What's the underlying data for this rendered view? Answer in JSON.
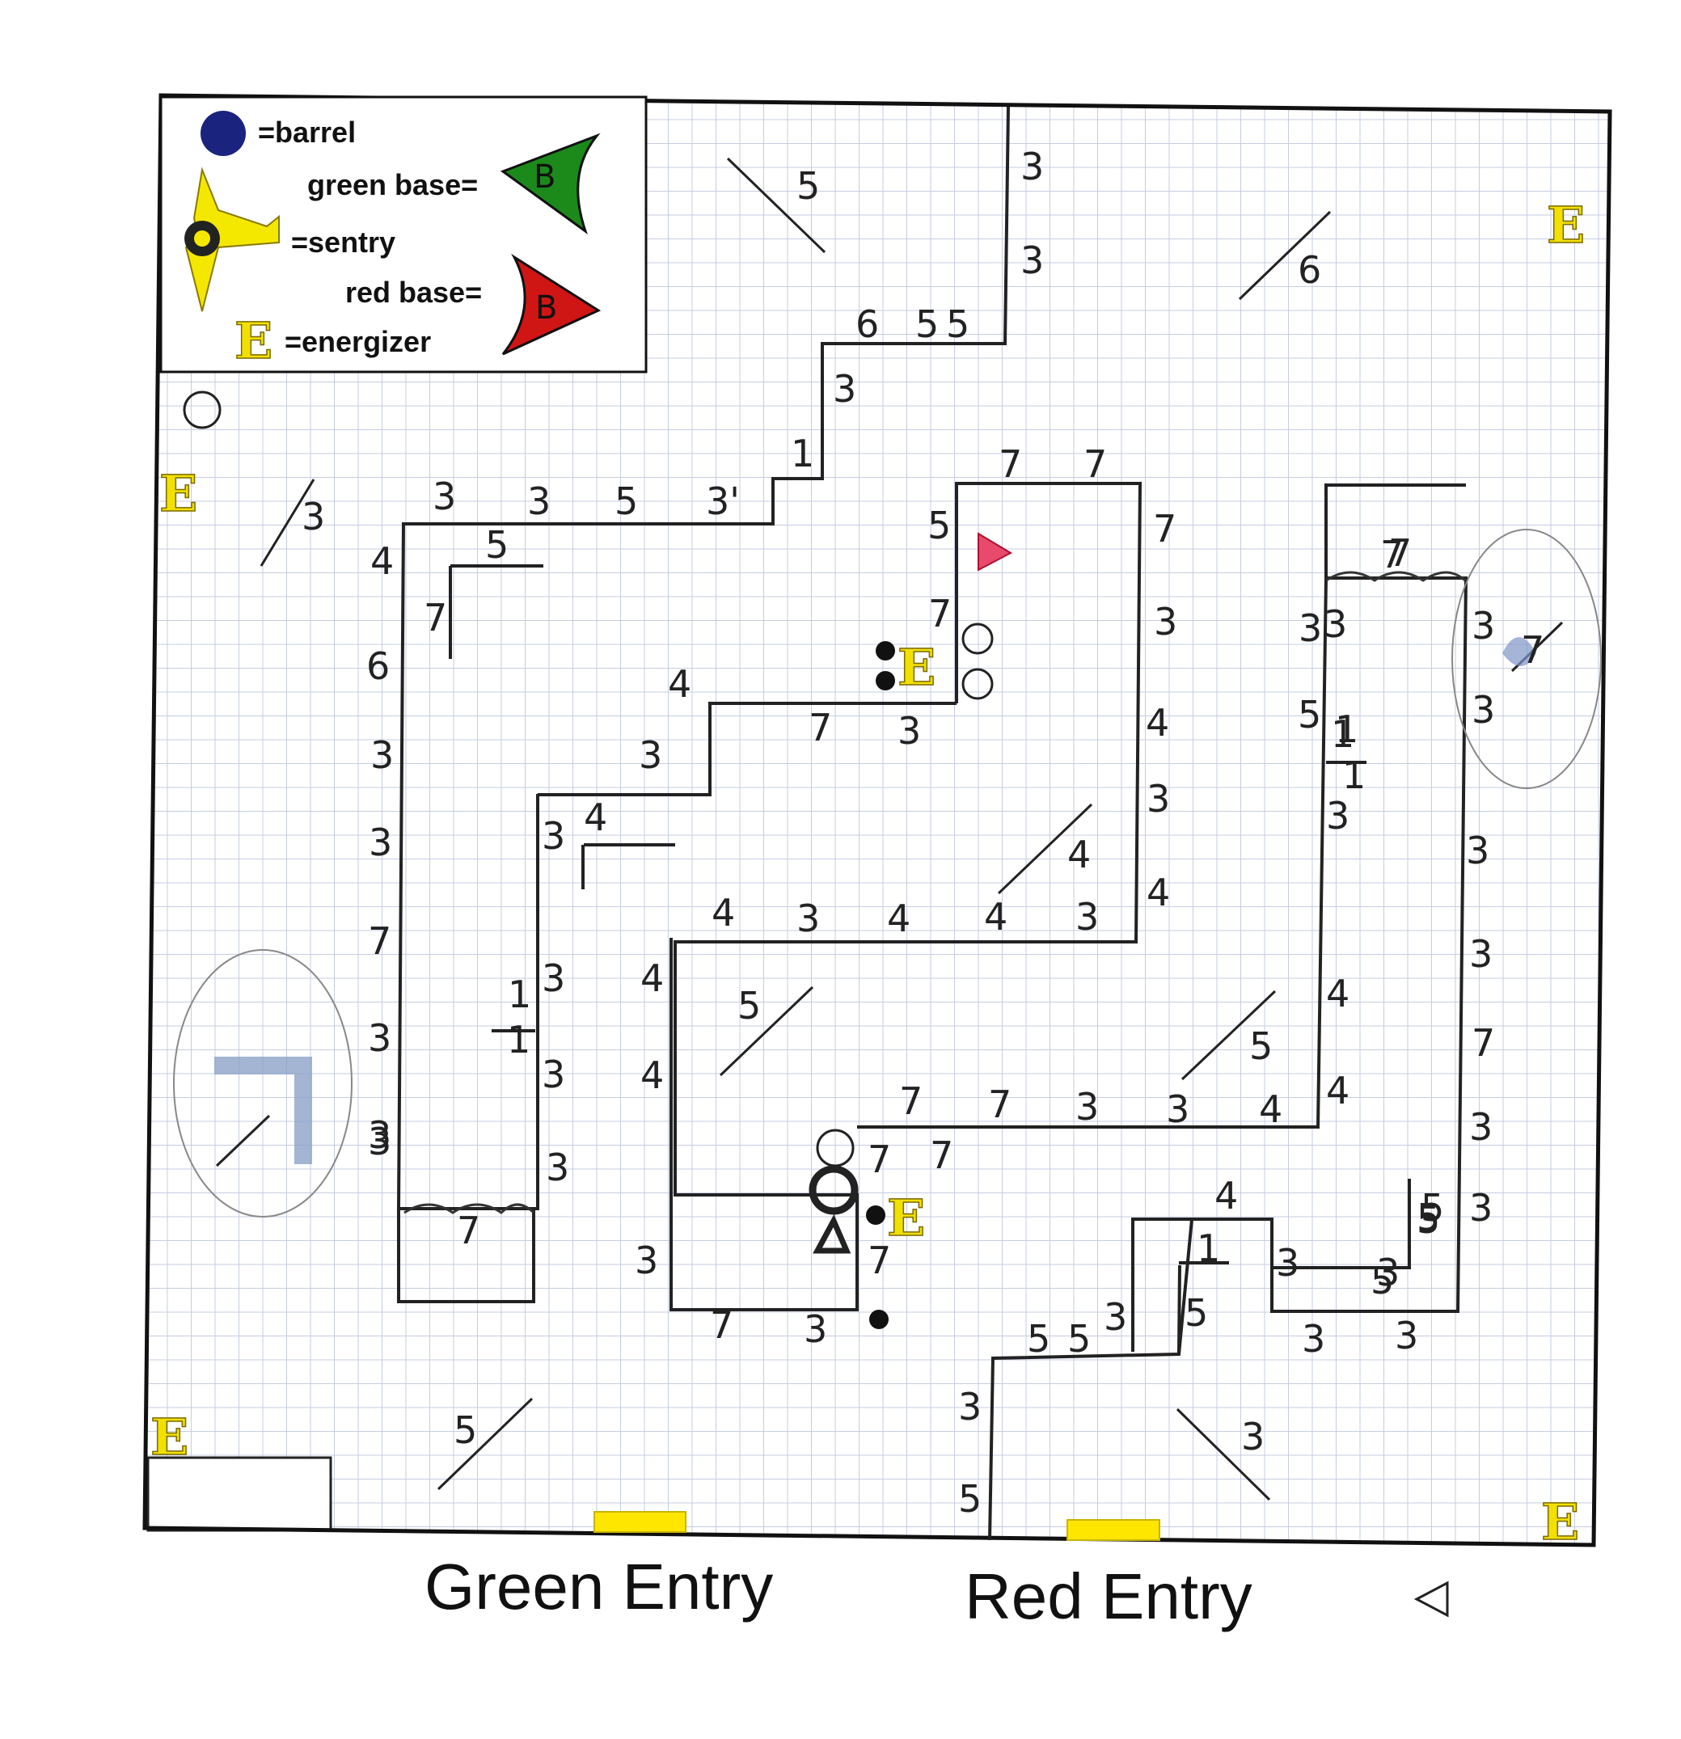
{
  "legend": {
    "barrel_label": "=barrel",
    "green_base_label": "green base=",
    "sentry_label": "=sentry",
    "red_base_label": "red base=",
    "energizer_label": "=energizer",
    "energizer_symbol": "E",
    "base_letter": "B"
  },
  "entries": {
    "green": "Green Entry",
    "red": "Red Entry"
  },
  "energizer_letter": "E",
  "colors": {
    "barrel": "#1a237e",
    "green_base": "#1b8a1b",
    "red_base": "#d01515",
    "sentry": "#f5e800",
    "energizer": "#f2e000",
    "entry_marker": "#ffe600",
    "grid": "#c6cde0"
  },
  "labels": [
    "5",
    "3",
    "3",
    "6",
    "6",
    "5",
    "5",
    "3",
    "1",
    "7",
    "7",
    "3",
    "3",
    "5",
    "3'",
    "3",
    "5",
    "5",
    "7",
    "7",
    "4",
    "7",
    "7",
    "3",
    "3",
    "3",
    "7",
    "6",
    "4",
    "3",
    "5",
    "1",
    "7",
    "3",
    "4",
    "3",
    "3",
    "3",
    "4",
    "4",
    "3",
    "3",
    "4",
    "4",
    "3",
    "4",
    "4",
    "3",
    "3",
    "3",
    "3",
    "1",
    "1",
    "3",
    "1",
    "1",
    "3",
    "3",
    "3",
    "4",
    "4",
    "3",
    "3",
    "4",
    "5",
    "5",
    "7",
    "7",
    "7",
    "3",
    "3",
    "4",
    "4",
    "7",
    "7",
    "7",
    "7",
    "3",
    "3",
    "3",
    "3",
    "3",
    "7",
    "3",
    "1",
    "5",
    "5",
    "5",
    "3",
    "5",
    "3",
    "3",
    "3",
    "5",
    "5",
    "3",
    "3",
    "5",
    "5",
    "7",
    "7",
    "4",
    "5"
  ]
}
